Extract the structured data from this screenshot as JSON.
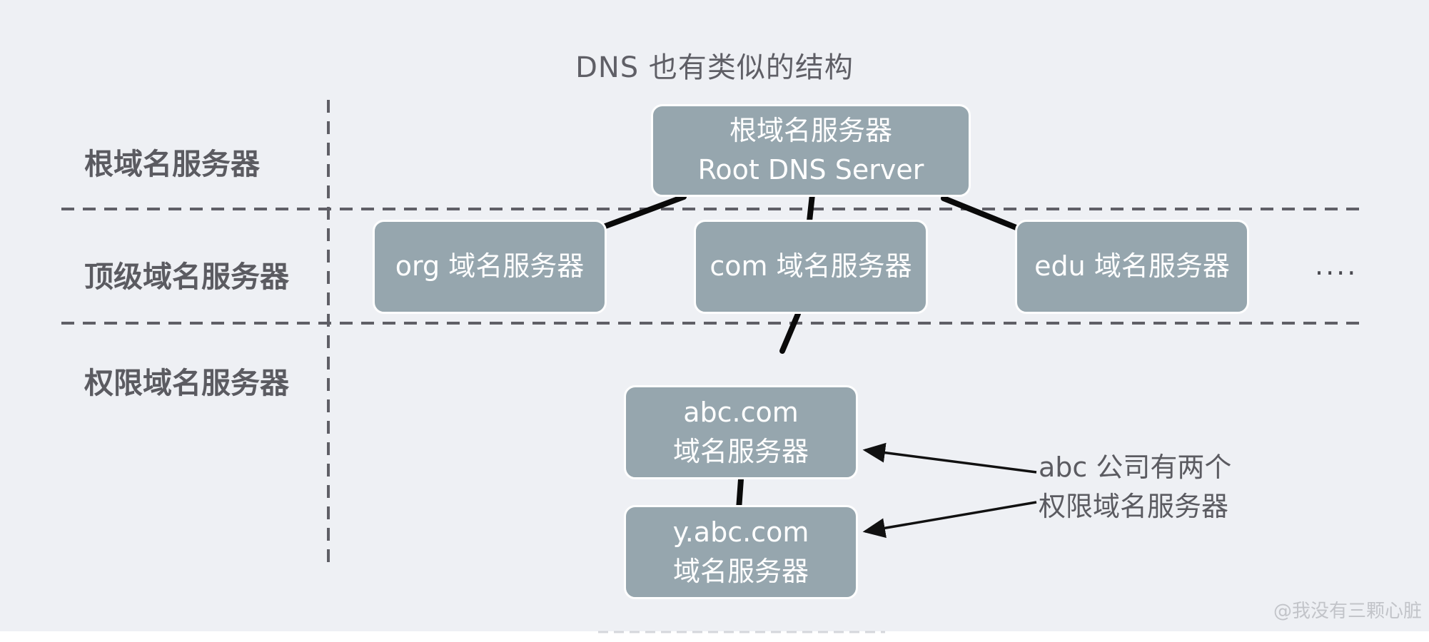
{
  "title": "DNS 也有类似的结构",
  "rows": {
    "root": "根域名服务器",
    "tld": "顶级域名服务器",
    "authoritative": "权限域名服务器"
  },
  "nodes": {
    "root": {
      "line1": "根域名服务器",
      "line2": "Root DNS Server"
    },
    "org": {
      "label": "org 域名服务器"
    },
    "com": {
      "label": "com 域名服务器"
    },
    "edu": {
      "label": "edu 域名服务器"
    },
    "abc": {
      "line1": "abc.com",
      "line2": "域名服务器"
    },
    "yabc": {
      "line1": "y.abc.com",
      "line2": "域名服务器"
    }
  },
  "more": "....",
  "annotation": {
    "line1": "abc 公司有两个",
    "line2": "权限域名服务器"
  },
  "watermark": "@我没有三颗心脏"
}
